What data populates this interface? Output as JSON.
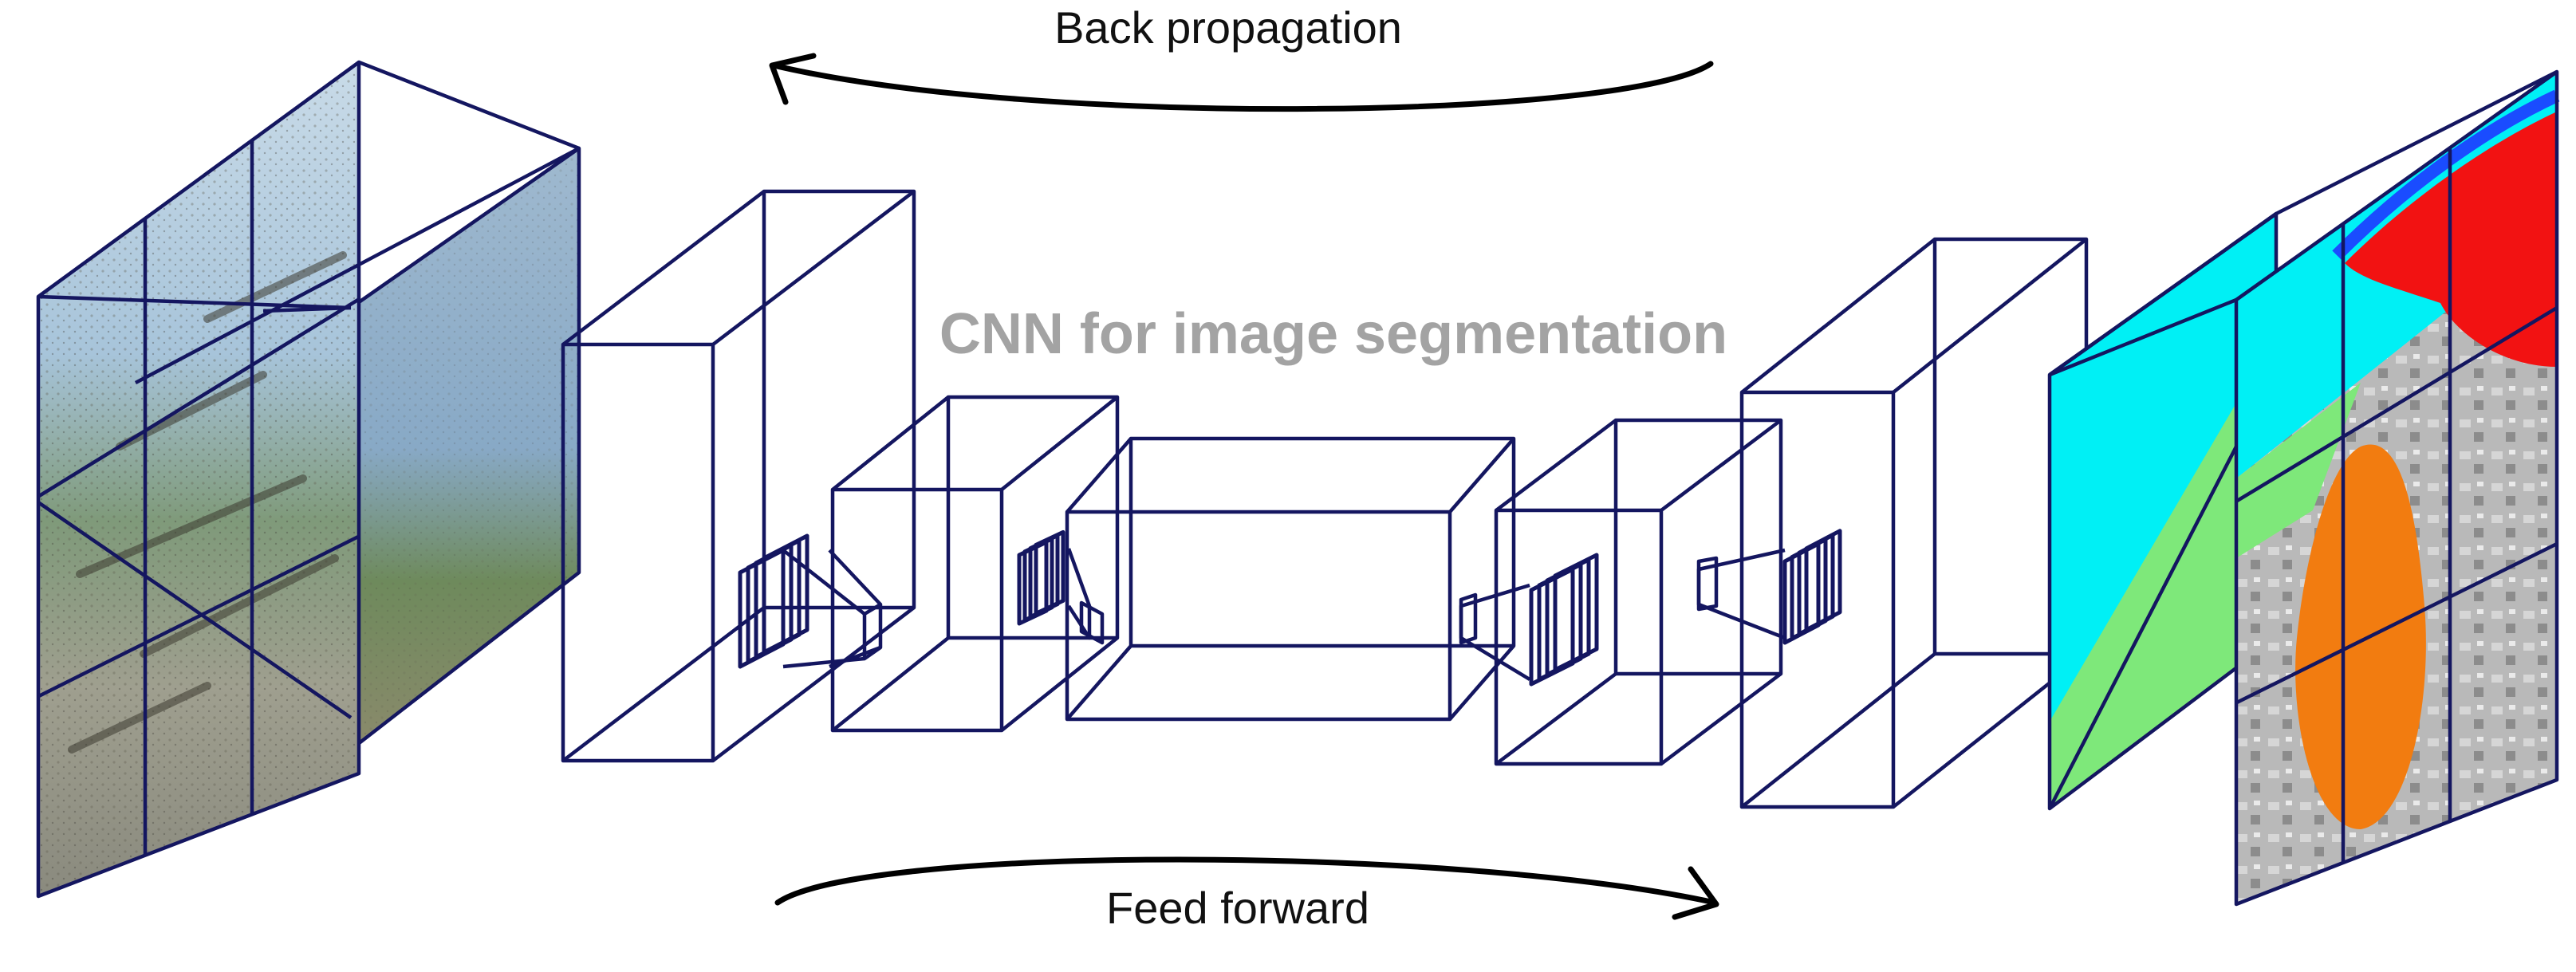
{
  "labels": {
    "back_propagation": "Back propagation",
    "feed_forward": "Feed forward",
    "title": "CNN for image segmentation"
  },
  "colors": {
    "network_line": "#141660",
    "arrow": "#000000",
    "title_gray": "#a3a3a3",
    "seg_cyan": "#00f0f5",
    "seg_green": "#7ee87a",
    "seg_red": "#f21212",
    "seg_orange": "#f27c10",
    "seg_blue": "#1a4cff",
    "seg_gray": "#b4b4b4"
  },
  "icons": {
    "input_image": "beach-photo-icon",
    "output_image": "segmentation-mask-icon"
  }
}
